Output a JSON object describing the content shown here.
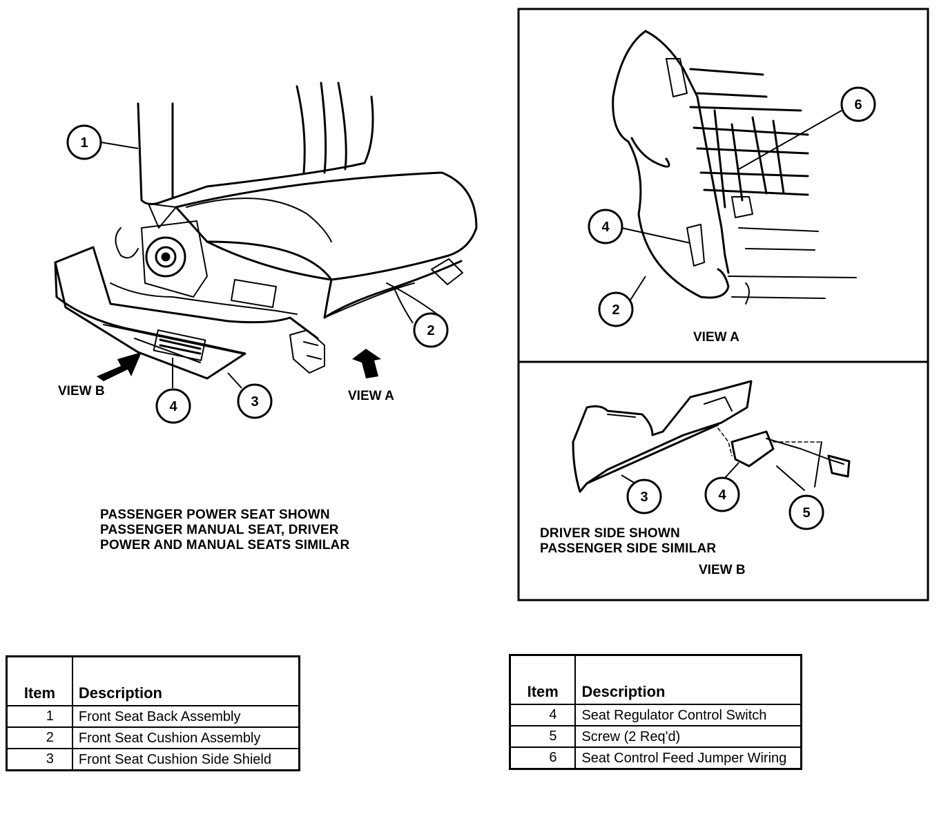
{
  "callouts": {
    "c1": "1",
    "c2": "2",
    "c3": "3",
    "c4": "4",
    "a2": "2",
    "a4": "4",
    "a6": "6",
    "b3": "3",
    "b4": "4",
    "b5": "5"
  },
  "main_view": {
    "view_b_arrow_label": "VIEW B",
    "view_a_arrow_label": "VIEW A",
    "caption_lines": [
      "PASSENGER POWER SEAT SHOWN",
      "PASSENGER MANUAL SEAT, DRIVER",
      "POWER AND MANUAL SEATS SIMILAR"
    ]
  },
  "view_a": {
    "label": "VIEW A"
  },
  "view_b": {
    "caption_lines": [
      "DRIVER SIDE SHOWN",
      "PASSENGER SIDE SIMILAR"
    ],
    "label": "VIEW B"
  },
  "legend_left": {
    "headers": {
      "item": "Item",
      "description": "Description"
    },
    "rows": [
      {
        "item": "1",
        "description": "Front Seat Back Assembly"
      },
      {
        "item": "2",
        "description": "Front Seat Cushion Assembly"
      },
      {
        "item": "3",
        "description": "Front Seat Cushion Side Shield"
      }
    ]
  },
  "legend_right": {
    "headers": {
      "item": "Item",
      "description": "Description"
    },
    "rows": [
      {
        "item": "4",
        "description": "Seat Regulator Control Switch"
      },
      {
        "item": "5",
        "description": "Screw (2 Req'd)"
      },
      {
        "item": "6",
        "description": "Seat Control Feed Jumper Wiring"
      }
    ]
  }
}
